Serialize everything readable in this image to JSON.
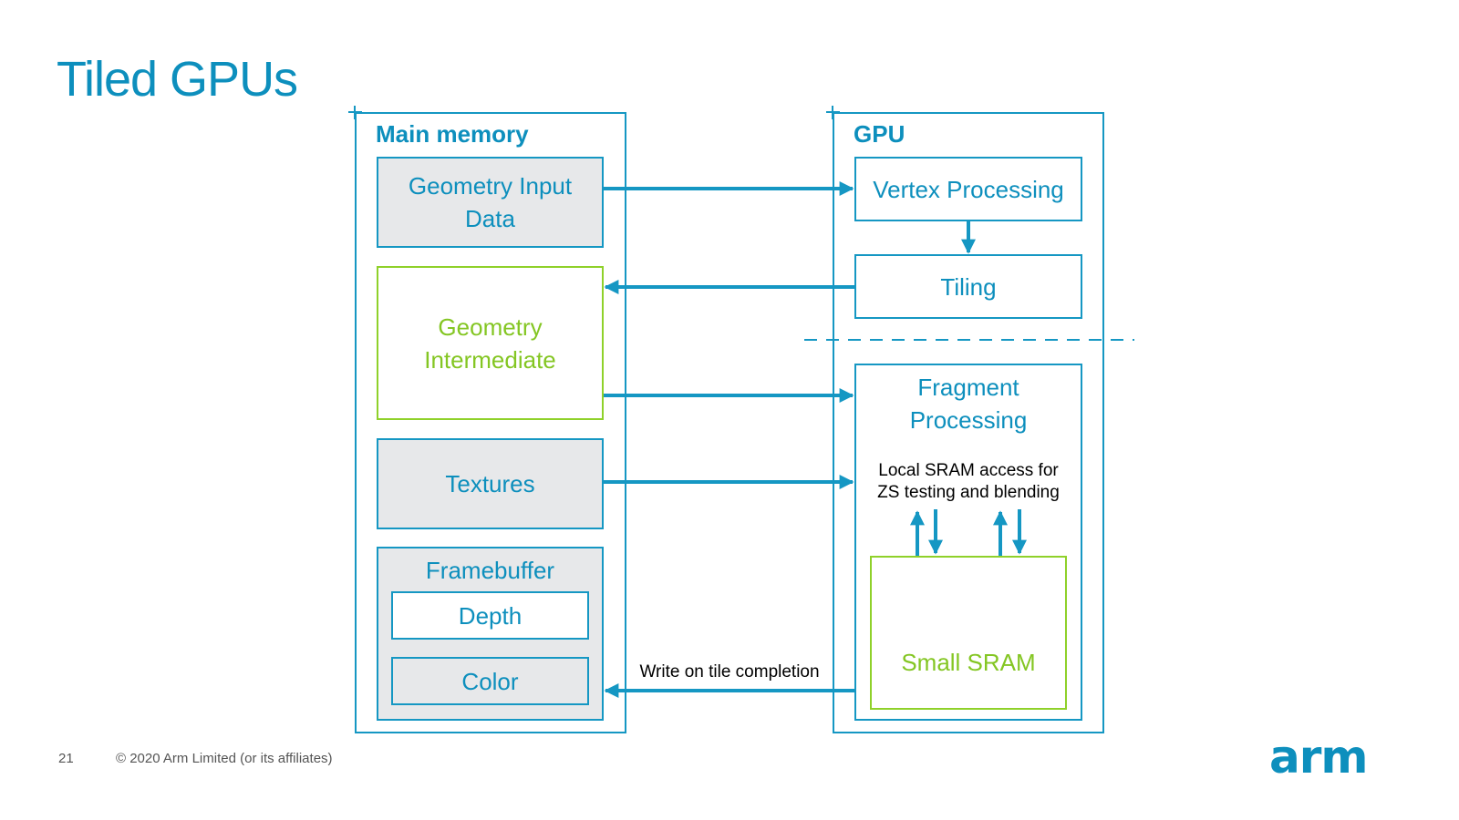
{
  "slide": {
    "title": "Tiled GPUs",
    "page_number": "21",
    "copyright": "© 2020 Arm Limited (or its affiliates)",
    "logo_text": "arm"
  },
  "colors": {
    "accent_blue": "#1597c3",
    "title_blue": "#0d8fbd",
    "green": "#8fd12a",
    "grey_fill": "#e7e8ea"
  },
  "main_memory": {
    "label": "Main memory",
    "geometry_input": "Geometry Input Data",
    "geometry_intermediate": "Geometry Intermediate",
    "textures": "Textures",
    "framebuffer": {
      "label": "Framebuffer",
      "depth": "Depth",
      "color": "Color"
    }
  },
  "gpu": {
    "label": "GPU",
    "vertex_processing": "Vertex Processing",
    "tiling": "Tiling",
    "fragment_processing": "Fragment Processing",
    "sram_note": "Local SRAM access for ZS testing and blending",
    "small_sram": "Small SRAM"
  },
  "arrows": {
    "write_label": "Write on tile completion"
  }
}
